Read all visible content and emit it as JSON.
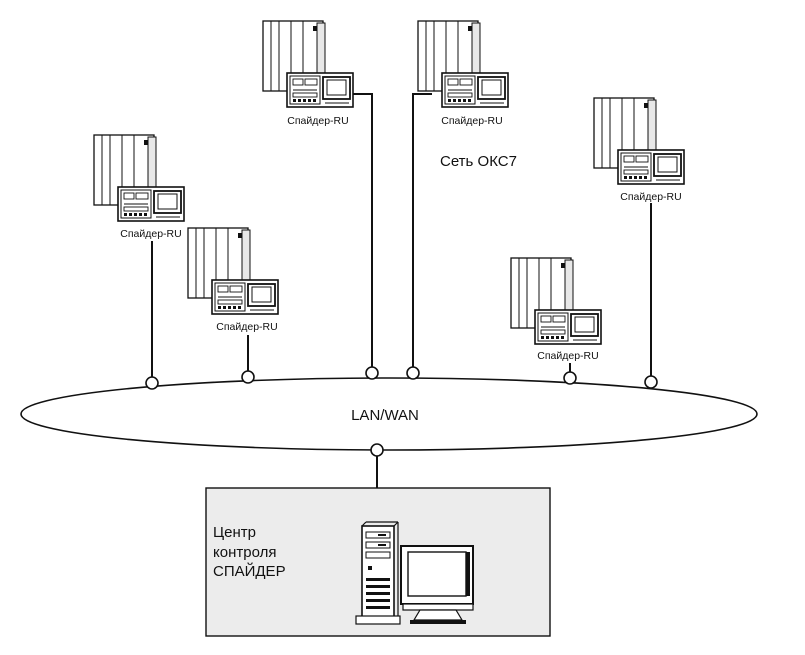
{
  "network": {
    "lan_label": "LAN/WAN",
    "sigtran_label": "Сеть ОКС7"
  },
  "probes": [
    {
      "label": "Спайдер-RU"
    },
    {
      "label": "Спайдер-RU"
    },
    {
      "label": "Спайдер-RU"
    },
    {
      "label": "Спайдер-RU"
    },
    {
      "label": "Спайдер-RU"
    },
    {
      "label": "Спайдер-RU"
    }
  ],
  "control_center": {
    "line1": "Центр",
    "line2": "контроля",
    "line3": "СПАЙДЕР"
  },
  "icons": {
    "probe": "rack-with-monitoring-terminal-icon",
    "server": "tower-server-icon",
    "monitor": "crt-monitor-icon",
    "node": "network-node-icon"
  }
}
